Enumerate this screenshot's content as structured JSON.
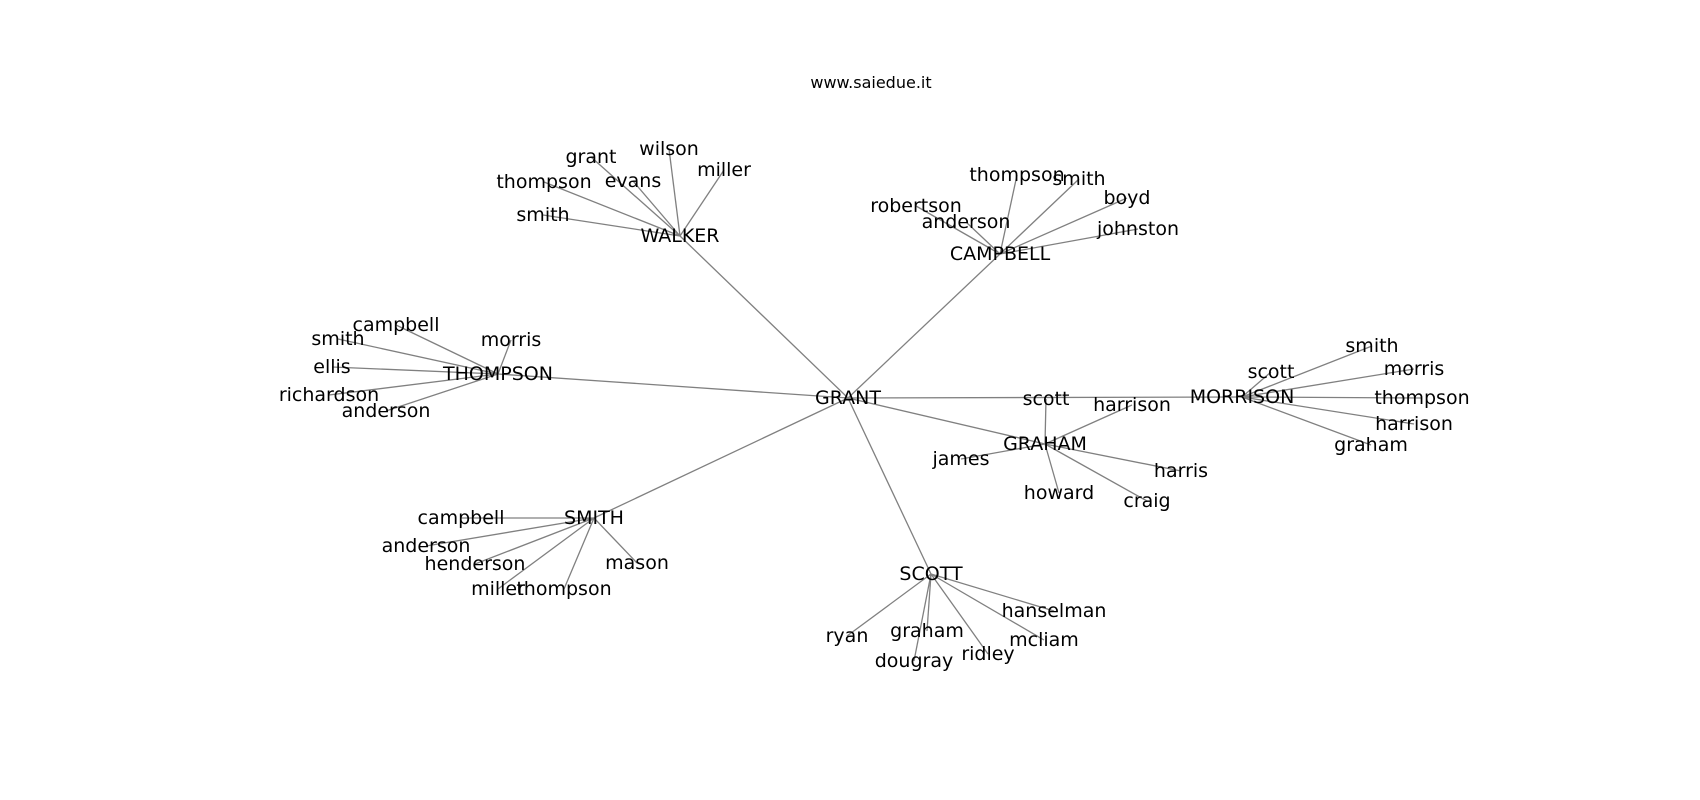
{
  "site_label": "www.saiedue.it",
  "colors": {
    "edge": "#808080",
    "text": "#000000",
    "background": "#ffffff"
  },
  "chart_data": {
    "type": "network",
    "root": "GRANT",
    "nodes": [
      {
        "id": "GRANT",
        "label": "GRANT"
      },
      {
        "id": "WALKER",
        "label": "WALKER"
      },
      {
        "id": "CAMPBELL",
        "label": "CAMPBELL"
      },
      {
        "id": "THOMPSON",
        "label": "THOMPSON"
      },
      {
        "id": "MORRISON",
        "label": "MORRISON"
      },
      {
        "id": "GRAHAM",
        "label": "GRAHAM"
      },
      {
        "id": "SMITH",
        "label": "SMITH"
      },
      {
        "id": "SCOTT",
        "label": "SCOTT"
      },
      {
        "id": "walker-grant",
        "label": "grant"
      },
      {
        "id": "walker-wilson",
        "label": "wilson"
      },
      {
        "id": "walker-miller",
        "label": "miller"
      },
      {
        "id": "walker-evans",
        "label": "evans"
      },
      {
        "id": "walker-thompson",
        "label": "thompson"
      },
      {
        "id": "walker-smith",
        "label": "smith"
      },
      {
        "id": "campbell-thompson",
        "label": "thompson"
      },
      {
        "id": "campbell-smith",
        "label": "smith"
      },
      {
        "id": "campbell-boyd",
        "label": "boyd"
      },
      {
        "id": "campbell-robertson",
        "label": "robertson"
      },
      {
        "id": "campbell-anderson",
        "label": "anderson"
      },
      {
        "id": "campbell-johnston",
        "label": "johnston"
      },
      {
        "id": "thompson-campbell",
        "label": "campbell"
      },
      {
        "id": "thompson-smith",
        "label": "smith"
      },
      {
        "id": "thompson-morris",
        "label": "morris"
      },
      {
        "id": "thompson-ellis",
        "label": "ellis"
      },
      {
        "id": "thompson-richardson",
        "label": "richardson"
      },
      {
        "id": "thompson-anderson",
        "label": "anderson"
      },
      {
        "id": "morrison-smith",
        "label": "smith"
      },
      {
        "id": "morrison-scott",
        "label": "scott"
      },
      {
        "id": "morrison-morris",
        "label": "morris"
      },
      {
        "id": "morrison-thompson",
        "label": "thompson"
      },
      {
        "id": "morrison-harrison",
        "label": "harrison"
      },
      {
        "id": "morrison-graham",
        "label": "graham"
      },
      {
        "id": "graham-scott",
        "label": "scott"
      },
      {
        "id": "graham-harrison",
        "label": "harrison"
      },
      {
        "id": "graham-james",
        "label": "james"
      },
      {
        "id": "graham-harris",
        "label": "harris"
      },
      {
        "id": "graham-howard",
        "label": "howard"
      },
      {
        "id": "graham-craig",
        "label": "craig"
      },
      {
        "id": "smith-campbell",
        "label": "campbell"
      },
      {
        "id": "smith-anderson",
        "label": "anderson"
      },
      {
        "id": "smith-henderson",
        "label": "henderson"
      },
      {
        "id": "smith-mason",
        "label": "mason"
      },
      {
        "id": "smith-miller",
        "label": "miller"
      },
      {
        "id": "smith-thompson",
        "label": "thompson"
      },
      {
        "id": "scott-hanselman",
        "label": "hanselman"
      },
      {
        "id": "scott-ryan",
        "label": "ryan"
      },
      {
        "id": "scott-graham",
        "label": "graham"
      },
      {
        "id": "scott-mcliam",
        "label": "mcliam"
      },
      {
        "id": "scott-ridley",
        "label": "ridley"
      },
      {
        "id": "scott-dougray",
        "label": "dougray"
      }
    ],
    "edges": [
      [
        "GRANT",
        "WALKER"
      ],
      [
        "GRANT",
        "CAMPBELL"
      ],
      [
        "GRANT",
        "THOMPSON"
      ],
      [
        "GRANT",
        "MORRISON"
      ],
      [
        "GRANT",
        "GRAHAM"
      ],
      [
        "GRANT",
        "SMITH"
      ],
      [
        "GRANT",
        "SCOTT"
      ],
      [
        "WALKER",
        "walker-grant"
      ],
      [
        "WALKER",
        "walker-wilson"
      ],
      [
        "WALKER",
        "walker-miller"
      ],
      [
        "WALKER",
        "walker-evans"
      ],
      [
        "WALKER",
        "walker-thompson"
      ],
      [
        "WALKER",
        "walker-smith"
      ],
      [
        "CAMPBELL",
        "campbell-thompson"
      ],
      [
        "CAMPBELL",
        "campbell-smith"
      ],
      [
        "CAMPBELL",
        "campbell-boyd"
      ],
      [
        "CAMPBELL",
        "campbell-robertson"
      ],
      [
        "CAMPBELL",
        "campbell-anderson"
      ],
      [
        "CAMPBELL",
        "campbell-johnston"
      ],
      [
        "THOMPSON",
        "thompson-campbell"
      ],
      [
        "THOMPSON",
        "thompson-smith"
      ],
      [
        "THOMPSON",
        "thompson-morris"
      ],
      [
        "THOMPSON",
        "thompson-ellis"
      ],
      [
        "THOMPSON",
        "thompson-richardson"
      ],
      [
        "THOMPSON",
        "thompson-anderson"
      ],
      [
        "MORRISON",
        "morrison-smith"
      ],
      [
        "MORRISON",
        "morrison-scott"
      ],
      [
        "MORRISON",
        "morrison-morris"
      ],
      [
        "MORRISON",
        "morrison-thompson"
      ],
      [
        "MORRISON",
        "morrison-harrison"
      ],
      [
        "MORRISON",
        "morrison-graham"
      ],
      [
        "GRAHAM",
        "graham-scott"
      ],
      [
        "GRAHAM",
        "graham-harrison"
      ],
      [
        "GRAHAM",
        "graham-james"
      ],
      [
        "GRAHAM",
        "graham-harris"
      ],
      [
        "GRAHAM",
        "graham-howard"
      ],
      [
        "GRAHAM",
        "graham-craig"
      ],
      [
        "SMITH",
        "smith-campbell"
      ],
      [
        "SMITH",
        "smith-anderson"
      ],
      [
        "SMITH",
        "smith-henderson"
      ],
      [
        "SMITH",
        "smith-mason"
      ],
      [
        "SMITH",
        "smith-miller"
      ],
      [
        "SMITH",
        "smith-thompson"
      ],
      [
        "SCOTT",
        "scott-hanselman"
      ],
      [
        "SCOTT",
        "scott-ryan"
      ],
      [
        "SCOTT",
        "scott-graham"
      ],
      [
        "SCOTT",
        "scott-mcliam"
      ],
      [
        "SCOTT",
        "scott-ridley"
      ],
      [
        "SCOTT",
        "scott-dougray"
      ]
    ]
  }
}
